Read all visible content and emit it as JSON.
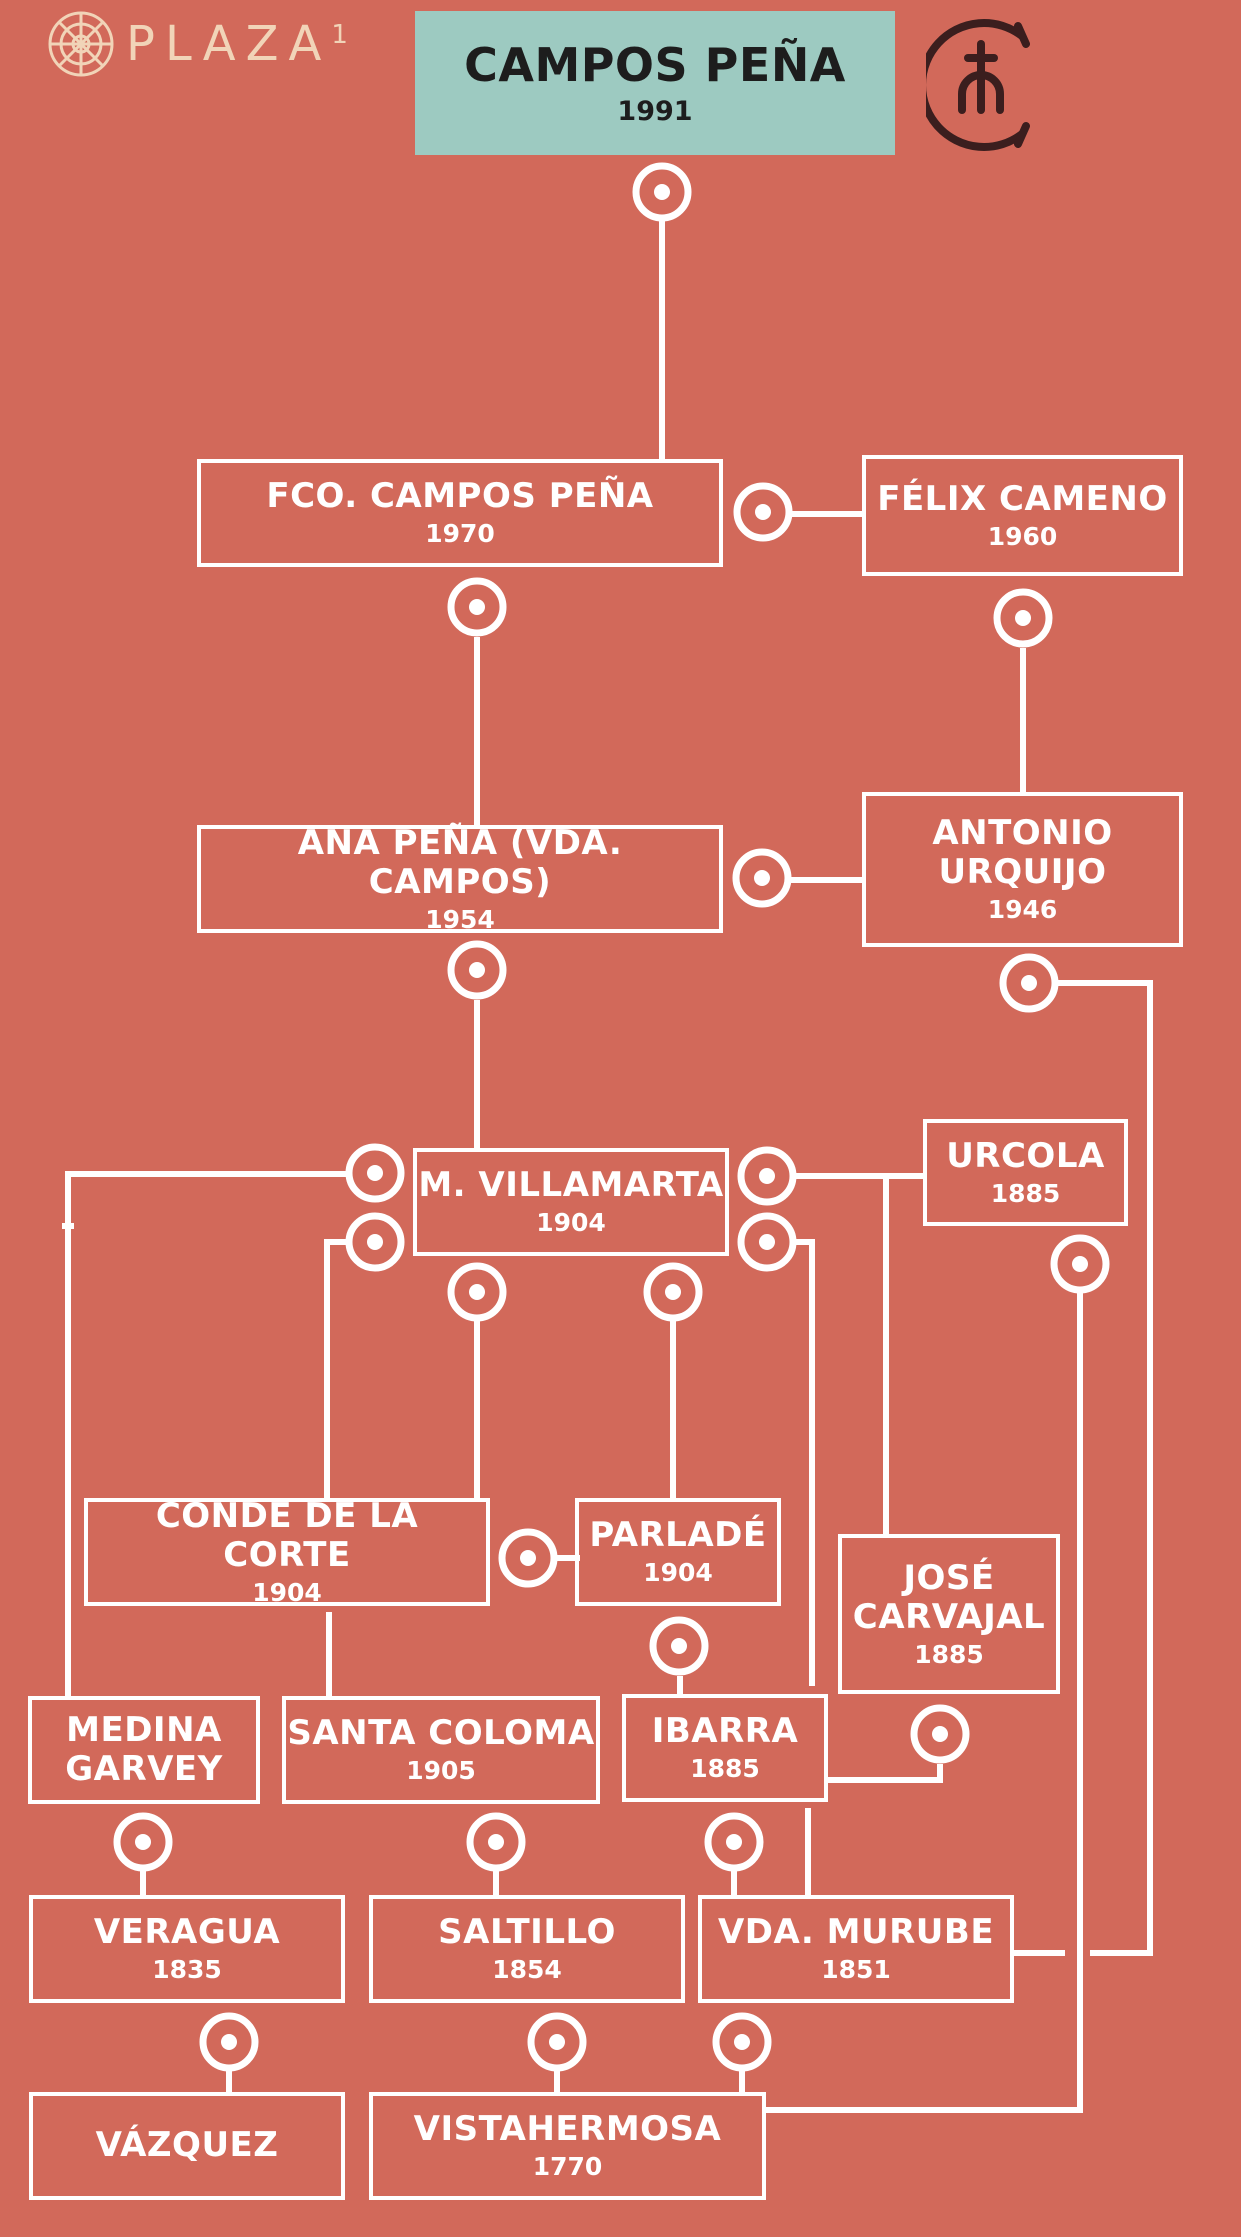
{
  "header": {
    "logo_text": "PLAZA",
    "logo_sup": "1",
    "title": "CAMPOS PEÑA",
    "year": "1991"
  },
  "nodes": {
    "fco": {
      "name": "FCO. CAMPOS PEÑA",
      "year": "1970"
    },
    "felix": {
      "name": "FÉLIX CAMENO",
      "year": "1960"
    },
    "ana": {
      "name": "ANA PEÑA (VDA. CAMPOS)",
      "year": "1954"
    },
    "antonio": {
      "name_line1": "ANTONIO",
      "name_line2": "URQUIJO",
      "year": "1946"
    },
    "villamarta": {
      "name": "M. VILLAMARTA",
      "year": "1904"
    },
    "urcola": {
      "name": "URCOLA",
      "year": "1885"
    },
    "conde": {
      "name": "CONDE DE LA CORTE",
      "year": "1904"
    },
    "parlade": {
      "name": "PARLADÉ",
      "year": "1904"
    },
    "jose": {
      "name_line1": "JOSÉ",
      "name_line2": "CARVAJAL",
      "year": "1885"
    },
    "medina": {
      "name_line1": "MEDINA",
      "name_line2": "GARVEY"
    },
    "santa": {
      "name": "SANTA COLOMA",
      "year": "1905"
    },
    "ibarra": {
      "name": "IBARRA",
      "year": "1885"
    },
    "veragua": {
      "name": "VERAGUA",
      "year": "1835"
    },
    "saltillo": {
      "name": "SALTILLO",
      "year": "1854"
    },
    "murube": {
      "name": "VDA. MURUBE",
      "year": "1851"
    },
    "vazquez": {
      "name": "VÁZQUEZ"
    },
    "vistahermosa": {
      "name": "VISTAHERMOSA",
      "year": "1770"
    }
  },
  "colors": {
    "background": "#d2695a",
    "line": "#ffffff",
    "title_box": "#9dcac1",
    "title_text": "#1d1d1d",
    "logo": "#f1d4b8",
    "brand_mark": "#3b1e1e"
  },
  "icons": {
    "logo": "rosette-icon",
    "brand": "ganaderia-brand-icon",
    "connector": "connector-dot-icon"
  }
}
